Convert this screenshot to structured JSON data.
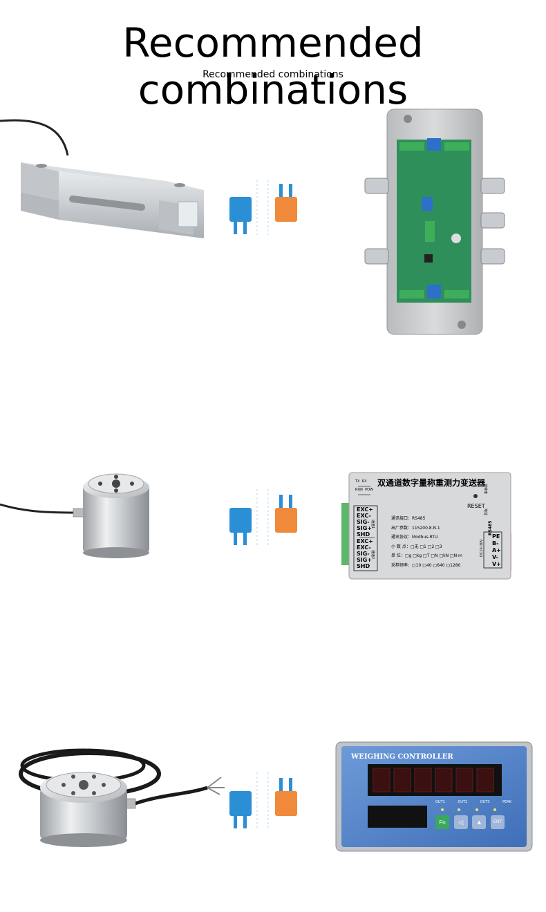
{
  "header": {
    "title": "Recommended combinations",
    "subtitle": "Recommended combinations"
  },
  "transmitter": {
    "title_cn": "双通道数字量称重测力变送器",
    "reset": "RESET",
    "status_leds": [
      "TX",
      "RX",
      "RUN",
      "POW"
    ],
    "ch1_label": "通道1",
    "ch2_label": "通道2",
    "ch_terminals": [
      "EXC+",
      "EXC-",
      "SIG-",
      "SIG+",
      "SHD"
    ],
    "rs485_label": "RS485",
    "power_label": "DC10-30V",
    "rs485_terminals": [
      "PE",
      "B-",
      "A+",
      "V-",
      "V+"
    ],
    "baud_label": "波特率",
    "addr_label": "地址",
    "specs": [
      "通讯接口：RS485",
      "出厂参数：115200.8.N.1",
      "通讯协议：Modbus-RTU",
      "小 数 点：□无 □1 □2 □3",
      "单    位：□g □kg □T □N □kN □N·m",
      "采样频率：□10 □40 □640 □1280"
    ]
  },
  "controller": {
    "title": "WEIGHING CONTROLLER",
    "indicators": [
      "OUT1",
      "OUT2",
      "OUT3",
      "PEAK"
    ],
    "keys": [
      "Fn",
      "◁",
      "▲",
      "ENT"
    ]
  },
  "colors": {
    "connector_blue": "#2b8fd6",
    "connector_orange": "#f08a3a",
    "pcb_green": "#2f8f5a",
    "panel_blue": "#4a7fc8"
  }
}
